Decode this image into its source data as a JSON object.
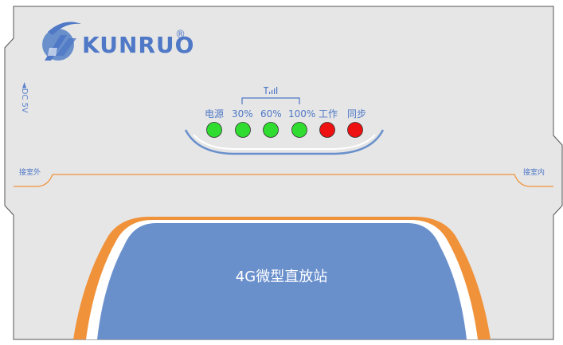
{
  "brand": {
    "name": "KUNRUO",
    "registered": "®",
    "color": "#4f78c6"
  },
  "ports": {
    "dc_input": "◄DC 5V",
    "outdoor_label": "接室外",
    "indoor_label": "接室内"
  },
  "signal_icon": "signal-bars-icon",
  "indicators": [
    {
      "label": "电源",
      "color": "#2fdc2f"
    },
    {
      "label": "30%",
      "color": "#2fdc2f"
    },
    {
      "label": "60%",
      "color": "#2fdc2f"
    },
    {
      "label": "100%",
      "color": "#2fdc2f"
    },
    {
      "label": "工作",
      "color": "#ee1111"
    },
    {
      "label": "同步",
      "color": "#ee1111"
    }
  ],
  "product_name": "4G微型直放站",
  "colors": {
    "case": "#e6e6e6",
    "accent_orange": "#f0923a",
    "panel_blue": "#6a90cc",
    "text_blue": "#4f78c6"
  }
}
